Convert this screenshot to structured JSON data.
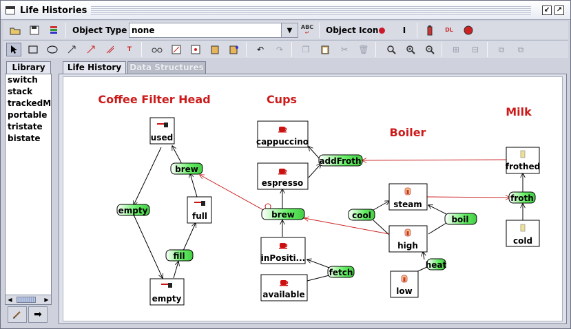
{
  "window": {
    "title": "Life Histories"
  },
  "toolbar1": {
    "object_type_label": "Object Type",
    "object_type_value": "none",
    "object_icon_label": "Object Icon",
    "spell_icon_text": "ABC"
  },
  "library": {
    "tab_label": "Library",
    "items": [
      "switch",
      "stack",
      "trackedMo",
      "portable",
      "tristate",
      "bistate"
    ]
  },
  "tabs": [
    {
      "label": "Life History",
      "active": true
    },
    {
      "label": "Data Structures",
      "active": false
    }
  ],
  "diagram": {
    "headings": {
      "coffee": "Coffee Filter Head",
      "cups": "Cups",
      "boiler": "Boiler",
      "milk": "Milk"
    },
    "states": {
      "used": "used",
      "full": "full",
      "empty_bottom": "empty",
      "cappuccino": "cappuccino",
      "espresso": "espresso",
      "inposition": "inPositi...",
      "available": "available",
      "steam": "steam",
      "high": "high",
      "low": "low",
      "frothed": "frothed",
      "cold": "cold"
    },
    "actions": {
      "brew_left": "brew",
      "empty_action": "empty",
      "fill": "fill",
      "addfroth": "addFroth",
      "brew_mid": "brew",
      "fetch": "fetch",
      "cool": "cool",
      "boil": "boil",
      "heat": "heat",
      "froth": "froth"
    },
    "colors": {
      "heading": "#cc1a1a",
      "action_fill": "#66ee66",
      "link": "#cc2222"
    }
  }
}
